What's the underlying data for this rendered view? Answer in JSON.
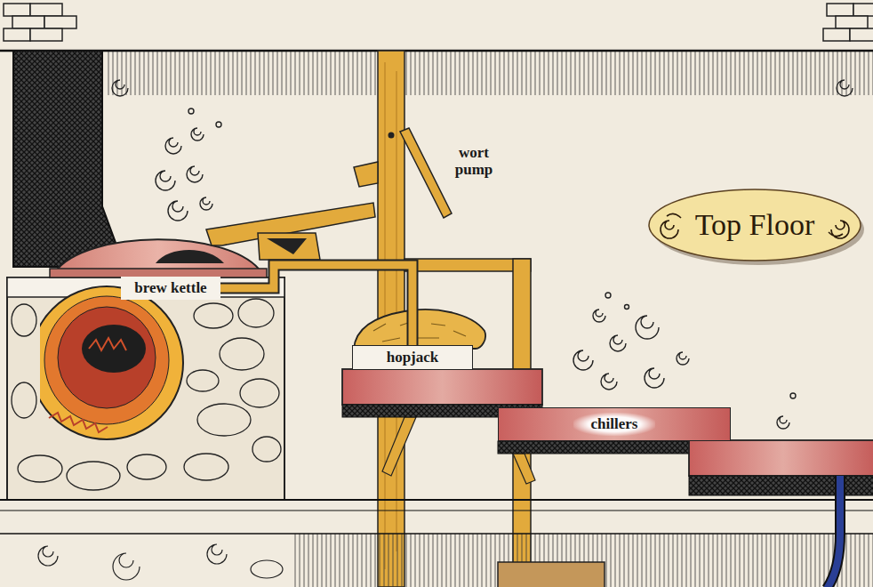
{
  "diagram": {
    "nodes": [
      {
        "text": [
          "Top Floor"
        ]
      },
      {
        "text": [
          "brew kettle"
        ]
      },
      {
        "text": [
          "hopjack"
        ]
      },
      {
        "text": [
          "chillers"
        ]
      }
    ],
    "edges": [
      {
        "from": 1,
        "to": 2,
        "arrow": "none"
      }
    ],
    "labels": [
      "wort pump"
    ]
  }
}
